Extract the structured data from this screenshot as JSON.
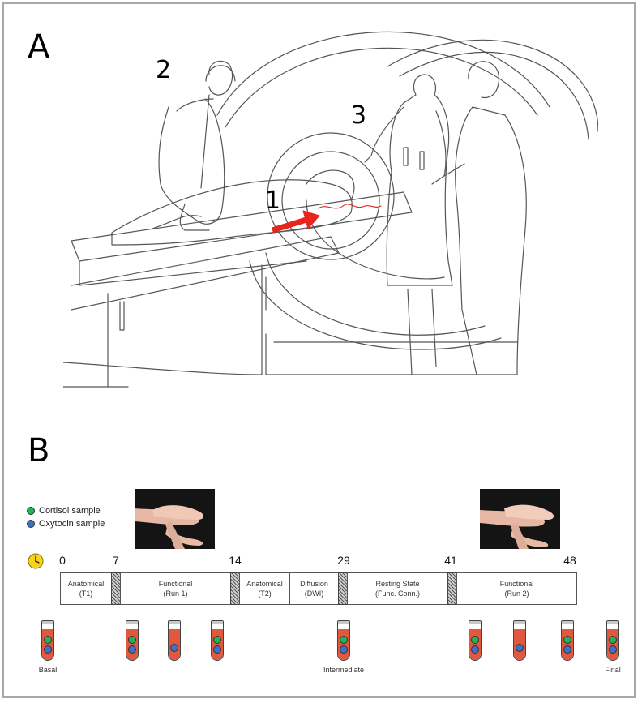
{
  "panels": {
    "a": "A",
    "b": "B"
  },
  "callouts": {
    "one": "1",
    "two": "2",
    "three": "3"
  },
  "legend": [
    {
      "label": "Cortisol sample",
      "color": "#1fb35a"
    },
    {
      "label": "Oxytocin sample",
      "color": "#3f6fc8"
    }
  ],
  "colors": {
    "arrow": "#e8241c",
    "iv_line": "#e8241c",
    "blood": "#e0583e",
    "clock": "#f6d31c"
  },
  "timeline": {
    "ticks": [
      "0",
      "7",
      "14",
      "29",
      "41",
      "48"
    ],
    "blocks": [
      {
        "line1": "Anatomical",
        "line2": "(T1)"
      },
      {
        "line1": "Functional",
        "line2": "(Run 1)"
      },
      {
        "line1": "Anatomical",
        "line2": "(T2)"
      },
      {
        "line1": "Diffusion",
        "line2": "(DWI)"
      },
      {
        "line1": "Resting State",
        "line2": "(Func. Conn.)"
      },
      {
        "line1": "Functional",
        "line2": "(Run 2)"
      }
    ]
  },
  "tubes": [
    {
      "samples": [
        "cortisol",
        "oxytocin"
      ]
    },
    {
      "samples": [
        "cortisol",
        "oxytocin"
      ]
    },
    {
      "samples": [
        "oxytocin"
      ]
    },
    {
      "samples": [
        "cortisol",
        "oxytocin"
      ]
    },
    {
      "samples": [
        "cortisol",
        "oxytocin"
      ]
    },
    {
      "samples": [
        "cortisol",
        "oxytocin"
      ]
    },
    {
      "samples": [
        "oxytocin"
      ]
    },
    {
      "samples": [
        "cortisol",
        "oxytocin"
      ]
    },
    {
      "samples": [
        "cortisol",
        "oxytocin"
      ]
    }
  ],
  "tube_labels": {
    "basal": "Basal",
    "intermediate": "Intermediate",
    "final": "Final"
  },
  "icons": {
    "clock": "clock-icon"
  }
}
